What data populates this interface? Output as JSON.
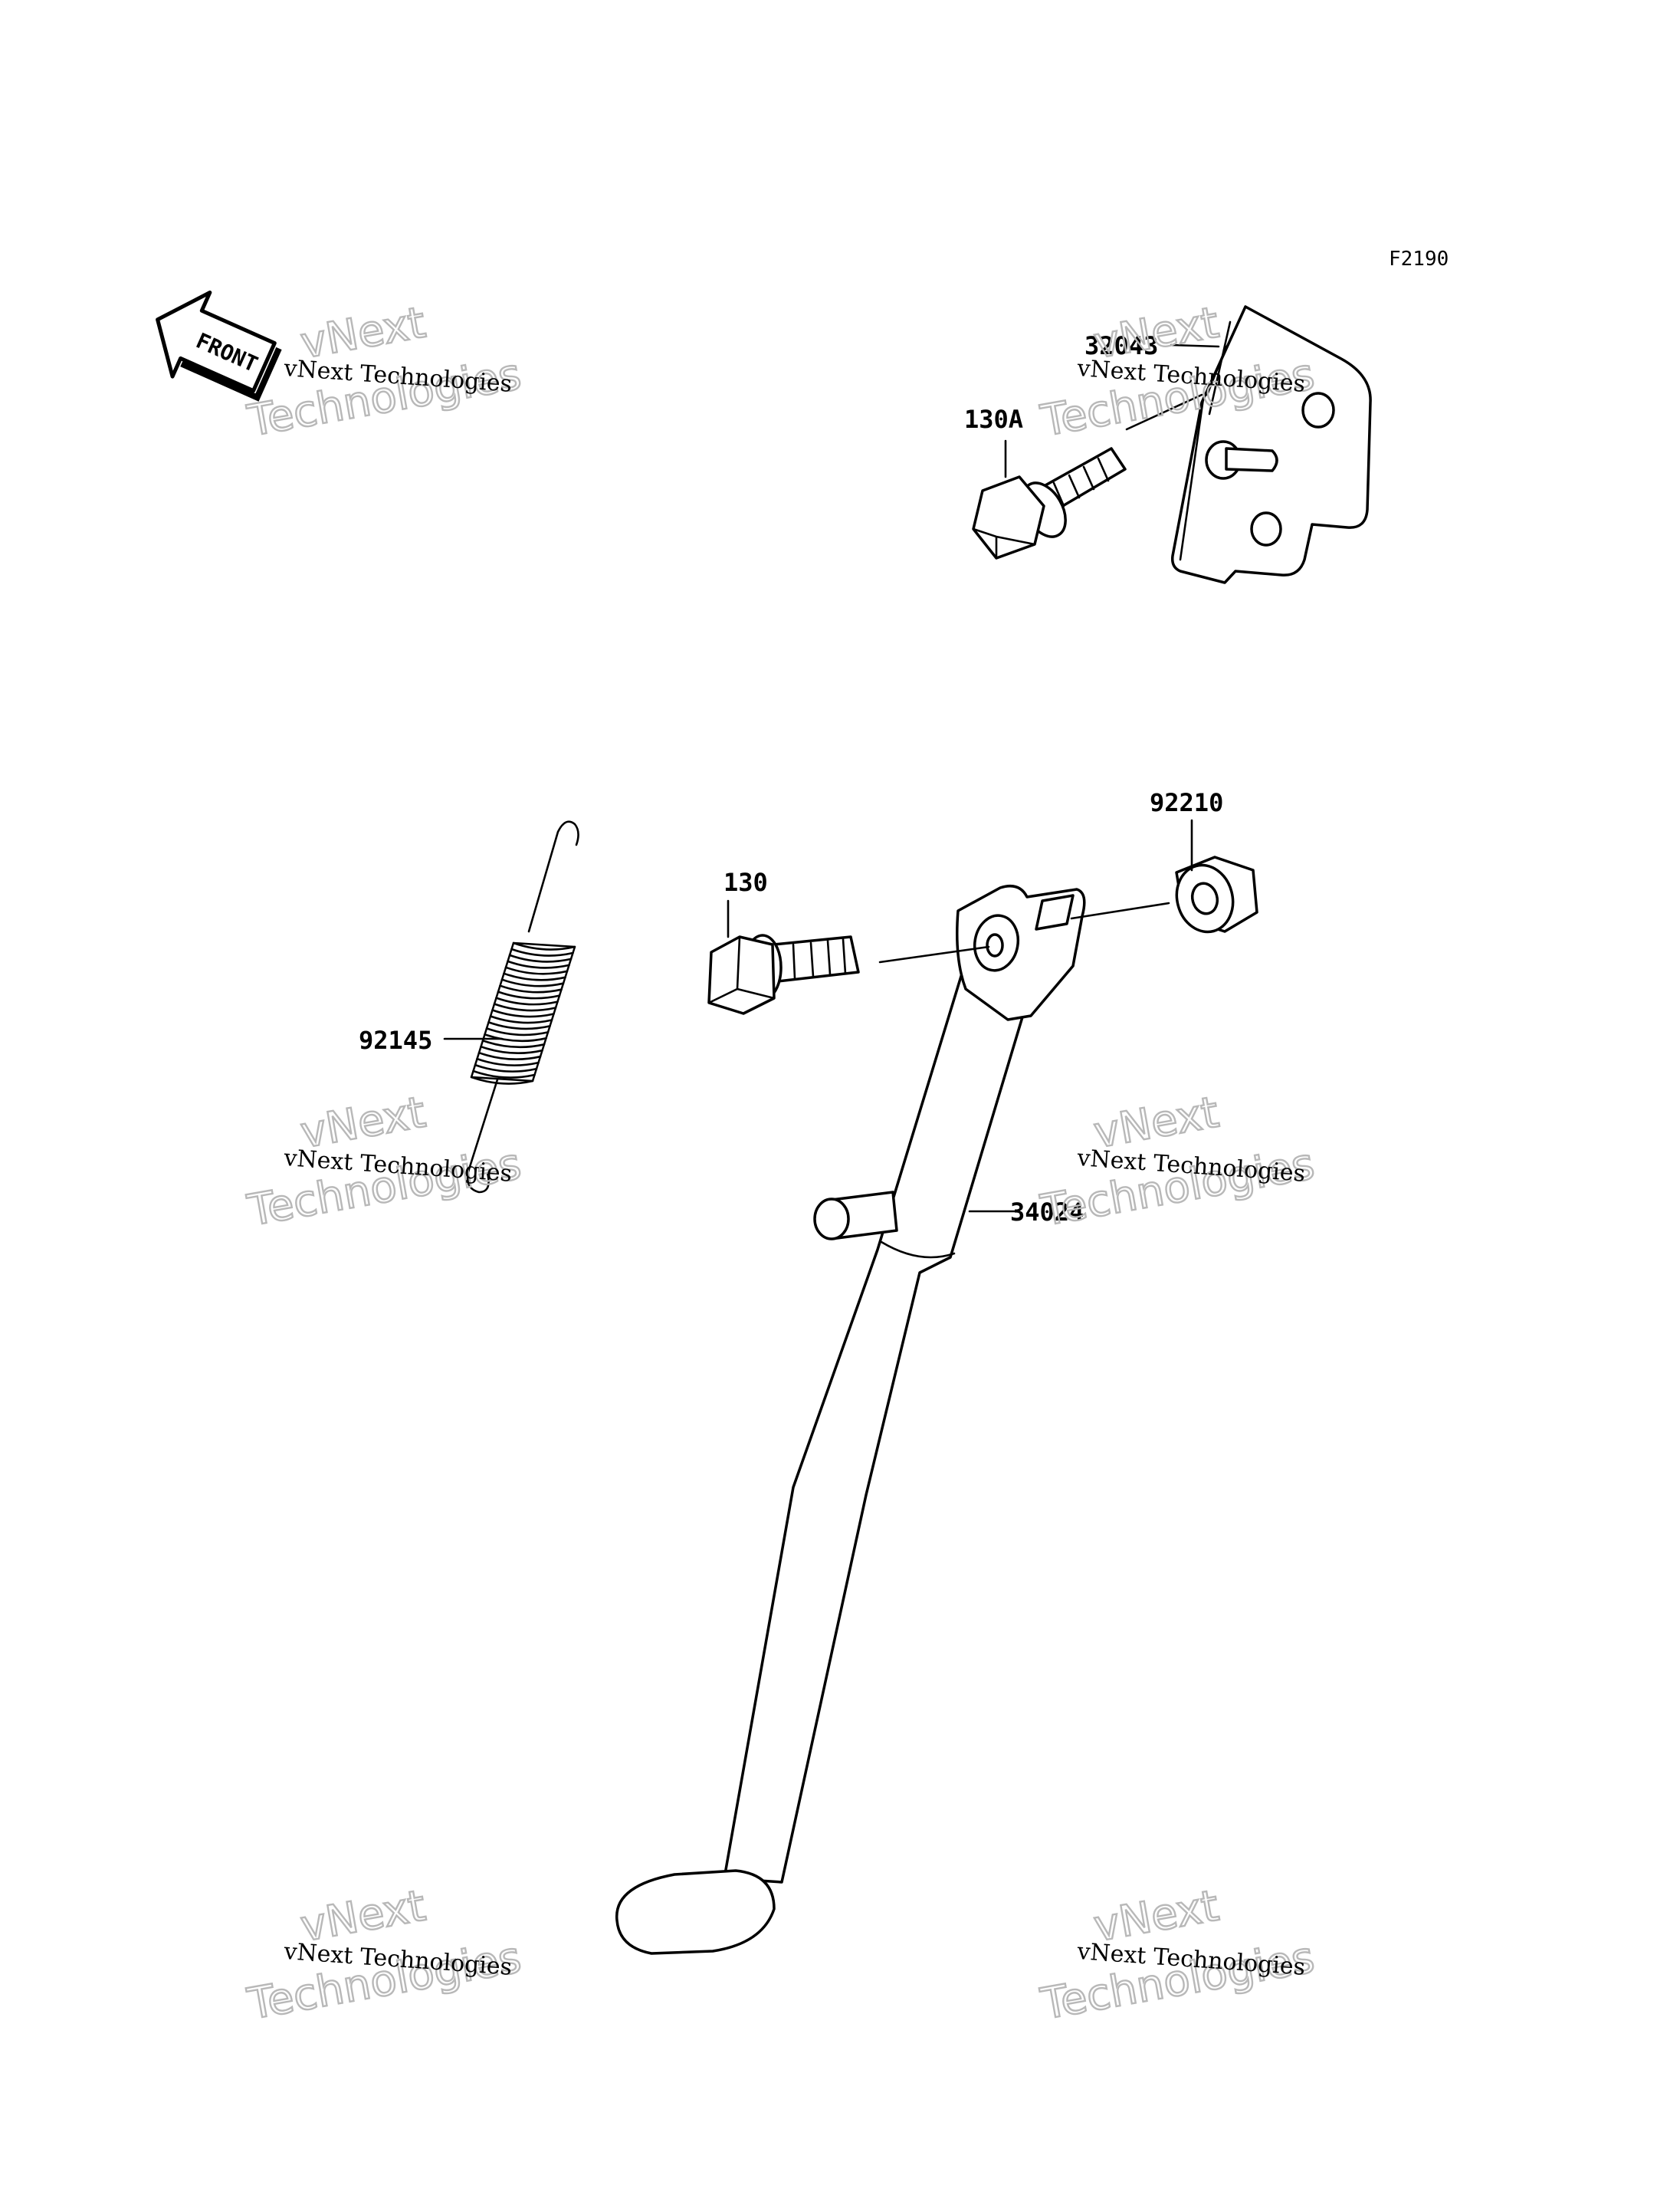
{
  "diagram": {
    "figure_code": "F2190",
    "front_label": "FRONT",
    "watermark": {
      "line1": "vNext Technologies",
      "line2a": "vNext",
      "line2b": "Technologies"
    },
    "parts": [
      {
        "number": "32043"
      },
      {
        "number": "130A"
      },
      {
        "number": "92210"
      },
      {
        "number": "130"
      },
      {
        "number": "92145"
      },
      {
        "number": "34024"
      }
    ]
  }
}
